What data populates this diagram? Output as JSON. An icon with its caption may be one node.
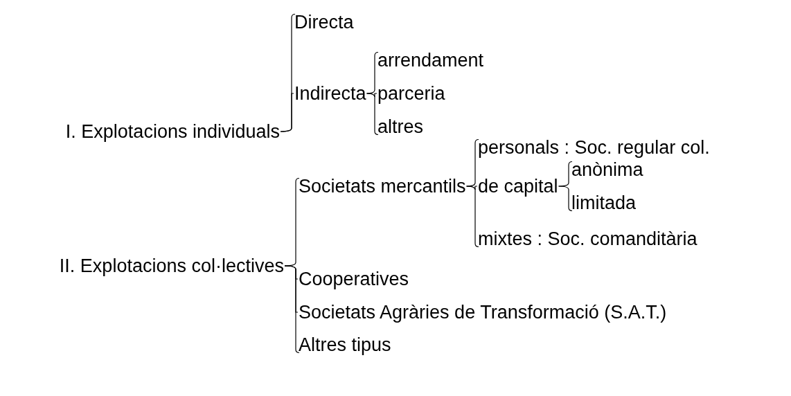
{
  "diagram": {
    "nodes": [
      {
        "text": [
          "I. Explotacions individuals"
        ]
      },
      {
        "text": [
          "Directa"
        ]
      },
      {
        "text": [
          "Indirecta"
        ]
      },
      {
        "text": [
          "arrendament"
        ]
      },
      {
        "text": [
          "parceria"
        ]
      },
      {
        "text": [
          "altres"
        ]
      },
      {
        "text": [
          "II. Explotacions col·lectives"
        ]
      },
      {
        "text": [
          "Societats mercantils"
        ]
      },
      {
        "text": [
          "personals : Soc. regular col."
        ]
      },
      {
        "text": [
          "de capital"
        ]
      },
      {
        "text": [
          "anònima"
        ]
      },
      {
        "text": [
          "limitada"
        ]
      },
      {
        "text": [
          "mixtes : Soc. comanditària"
        ]
      },
      {
        "text": [
          "Cooperatives"
        ]
      },
      {
        "text": [
          "Societats Agràries de Transformació (S.A.T.)"
        ]
      },
      {
        "text": [
          "Altres tipus"
        ]
      }
    ],
    "edges": [
      {
        "from": 0,
        "to": 1,
        "arrow": "none"
      },
      {
        "from": 0,
        "to": 2,
        "arrow": "none"
      },
      {
        "from": 2,
        "to": 3,
        "arrow": "none"
      },
      {
        "from": 2,
        "to": 4,
        "arrow": "none"
      },
      {
        "from": 2,
        "to": 5,
        "arrow": "none"
      },
      {
        "from": 6,
        "to": 7,
        "arrow": "none"
      },
      {
        "from": 6,
        "to": 13,
        "arrow": "none"
      },
      {
        "from": 6,
        "to": 14,
        "arrow": "none"
      },
      {
        "from": 6,
        "to": 15,
        "arrow": "none"
      },
      {
        "from": 7,
        "to": 8,
        "arrow": "none"
      },
      {
        "from": 7,
        "to": 9,
        "arrow": "none"
      },
      {
        "from": 7,
        "to": 12,
        "arrow": "none"
      },
      {
        "from": 9,
        "to": 10,
        "arrow": "none"
      },
      {
        "from": 9,
        "to": 11,
        "arrow": "none"
      }
    ]
  }
}
